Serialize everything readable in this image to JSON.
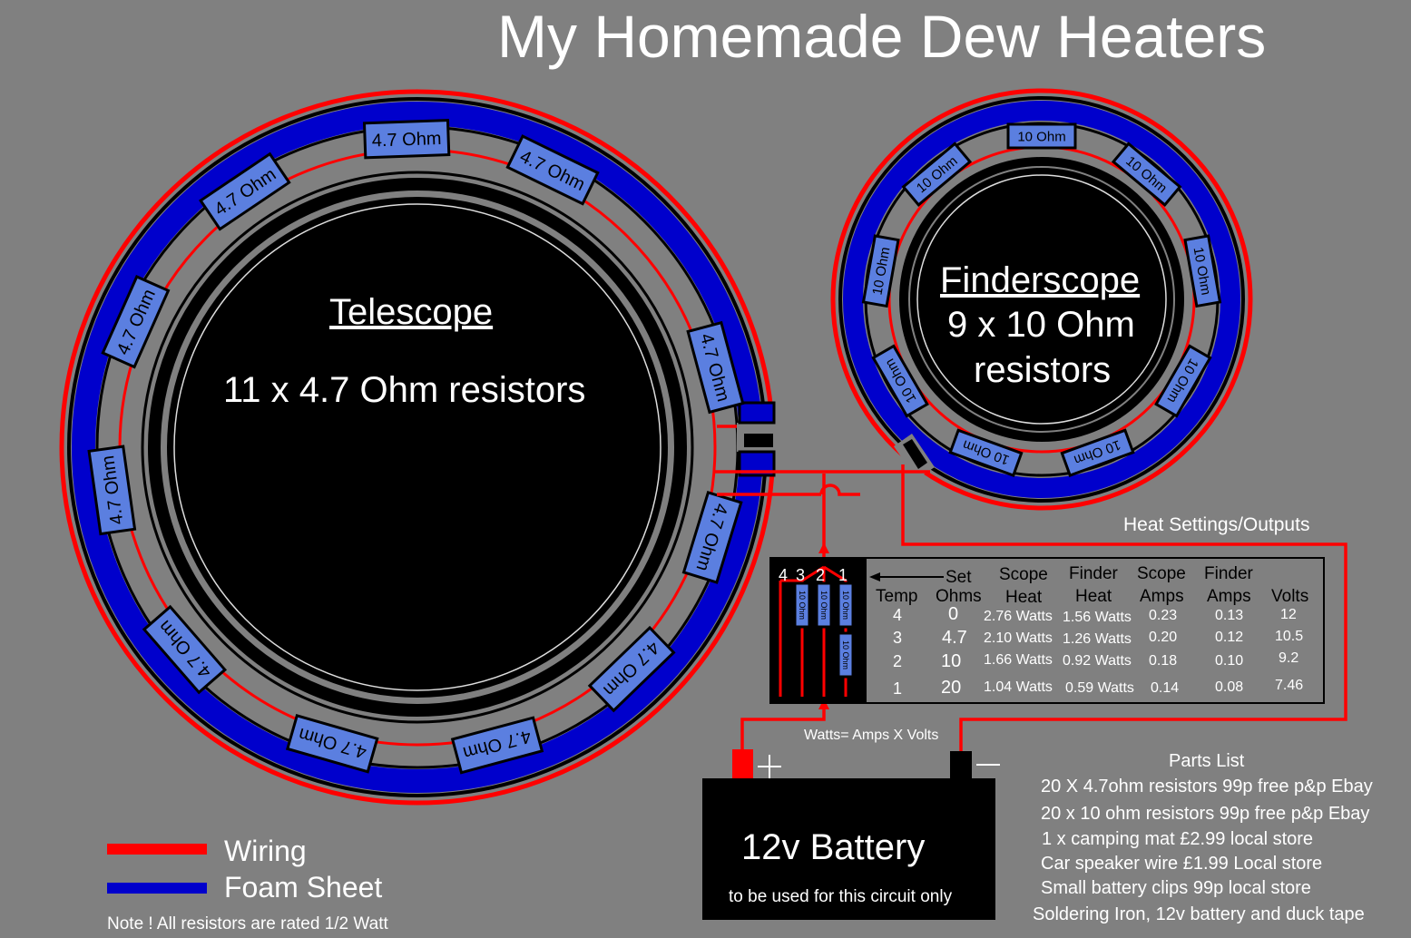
{
  "title": "My Homemade Dew Heaters",
  "telescope": {
    "heading": "Telescope",
    "subtitle": "11 x 4.7 Ohm resistors",
    "resistor_label": "4.7 Ohm"
  },
  "finderscope": {
    "heading": "Finderscope",
    "line1": "9 x 10 Ohm",
    "line2": "resistors",
    "resistor_label": "10 Ohm"
  },
  "switch_panel": {
    "positions": [
      "4",
      "3",
      "2",
      "1"
    ],
    "resistor_label": "10 Ohm"
  },
  "heat_table": {
    "caption": "Heat Settings/Outputs",
    "headers": {
      "temp": "Temp",
      "set": "Set",
      "ohms": "Ohms",
      "scope_heat_1": "Scope",
      "scope_heat_2": "Heat",
      "finder_heat_1": "Finder",
      "finder_heat_2": "Heat",
      "scope_amps_1": "Scope",
      "scope_amps_2": "Amps",
      "finder_amps_1": "Finder",
      "finder_amps_2": "Amps",
      "volts": "Volts"
    },
    "rows": [
      {
        "temp": "4",
        "ohms": "0",
        "scope_heat": "2.76 Watts",
        "finder_heat": "1.56 Watts",
        "scope_amps": "0.23",
        "finder_amps": "0.13",
        "volts": "12"
      },
      {
        "temp": "3",
        "ohms": "4.7",
        "scope_heat": "2.10 Watts",
        "finder_heat": "1.26 Watts",
        "scope_amps": "0.20",
        "finder_amps": "0.12",
        "volts": "10.5"
      },
      {
        "temp": "2",
        "ohms": "10",
        "scope_heat": "1.66 Watts",
        "finder_heat": "0.92 Watts",
        "scope_amps": "0.18",
        "finder_amps": "0.10",
        "volts": "9.2"
      },
      {
        "temp": "1",
        "ohms": "20",
        "scope_heat": "1.04 Watts",
        "finder_heat": "0.59 Watts",
        "scope_amps": "0.14",
        "finder_amps": "0.08",
        "volts": "7.46"
      }
    ]
  },
  "formula": "Watts= Amps X Volts",
  "battery": {
    "label": "12v Battery",
    "note": "to be used for this circuit only",
    "plus": "+",
    "minus": "—"
  },
  "legend": {
    "items": [
      {
        "label": "Wiring",
        "color": "#ff0000"
      },
      {
        "label": "Foam Sheet",
        "color": "#0000cc"
      }
    ],
    "note": "Note ! All resistors are rated 1/2 Watt"
  },
  "parts_list": {
    "heading": "Parts List",
    "items": [
      "20 X 4.7ohm resistors 99p free p&p Ebay",
      "20 x 10 ohm resistors 99p free p&p Ebay",
      "1 x camping mat £2.99 local store",
      "Car speaker wire £1.99 Local store",
      "Small battery clips 99p local store",
      "Soldering Iron, 12v battery and duck tape"
    ]
  },
  "colors": {
    "background": "#808080",
    "wire": "#ff0000",
    "foam": "#0000cc",
    "resistor": "#5b7fe0"
  }
}
